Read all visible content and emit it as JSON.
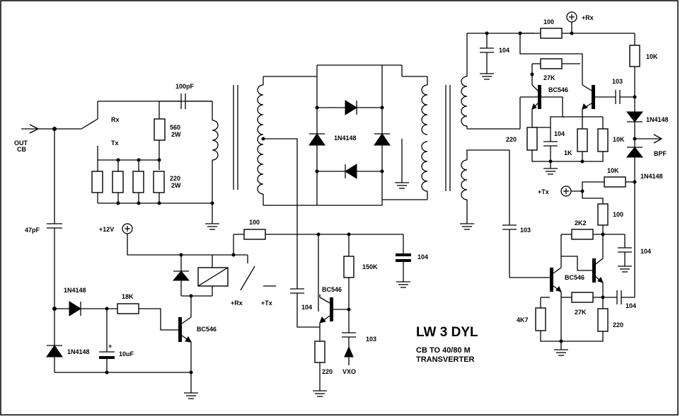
{
  "title": "LW 3 DYL",
  "subtitle_line1": "CB TO 40/80 M",
  "subtitle_line2": "TRANSVERTER",
  "labels": {
    "out_cb_1": "OUT",
    "out_cb_2": "CB",
    "rx_switch": "Rx",
    "tx_switch": "Tx",
    "cap_100pF": "100pF",
    "res_560": "560",
    "res_560_w": "2W",
    "res_220_2w": "220",
    "res_220_2w_w": "2W",
    "cap_47pF": "47pF",
    "plus_12v": "+12V",
    "res_100_mid": "100",
    "diode_1n4148_left": "1N4148",
    "res_18k": "18K",
    "diode_1n4148_bottom": "1N4148",
    "cap_10uf": "10uF",
    "cap_polarity": "+",
    "transistor_bc546_left": "BC546",
    "relay_rx": "+Rx",
    "relay_tx": "+Tx",
    "cap_104_osc": "104",
    "transistor_bc546_osc": "BC546",
    "res_150k": "150K",
    "cap_103_osc": "103",
    "res_220_osc": "220",
    "vxo": "VXO",
    "cap_104_mid": "104",
    "diode_1n4148_mixer": "1N4148",
    "res_100_top": "100",
    "plus_rx_top": "+Rx",
    "cap_104_top": "104",
    "res_27k_top": "27K",
    "transistor_bc546_top": "BC546",
    "cap_103_top": "103",
    "res_10k_top": "10K",
    "diode_1n4148_right": "1N4148",
    "res_220_top": "220",
    "cap_104_top_emitter": "104",
    "res_1k": "1K",
    "res_10k_mid": "10K",
    "bpf": "BPF",
    "res_10k_tx": "10K",
    "diode_1n4148_tx": "1N4148",
    "plus_tx": "+Tx",
    "res_100_tx": "100",
    "res_2k2": "2K2",
    "cap_104_tx": "104",
    "cap_103_tx": "103",
    "transistor_bc546_tx": "BC546",
    "res_27k_tx": "27K",
    "cap_104_tx_out": "104",
    "res_4k7": "4K7",
    "res_220_tx": "220"
  },
  "colors": {
    "ink": "#000000",
    "paper": "#ffffff"
  }
}
